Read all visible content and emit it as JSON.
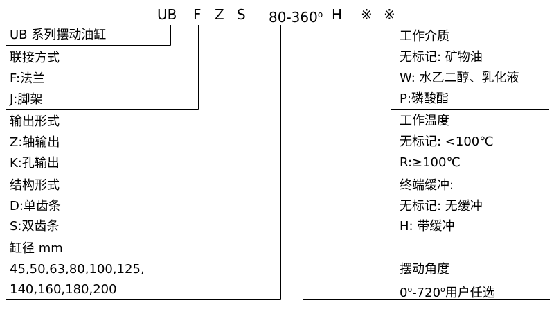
{
  "code": {
    "ub": "UB",
    "f": "F",
    "z": "Z",
    "s": "S",
    "angle": "80-360",
    "angle_sup": "o",
    "h": "H",
    "x1": "※",
    "x2": "※"
  },
  "left": {
    "series": "UB 系列摆动油缸",
    "connection": {
      "title": "联接方式",
      "opt1": "F:法兰",
      "opt2": "J:脚架"
    },
    "output": {
      "title": "输出形式",
      "opt1": "Z:轴输出",
      "opt2": "K:孔输出"
    },
    "structure": {
      "title": "结构形式",
      "opt1": "D:单齿条",
      "opt2": "S:双齿条"
    },
    "bore": {
      "title": "缸径 mm",
      "values1": "45,50,63,80,100,125,",
      "values2": "140,160,180,200"
    }
  },
  "right": {
    "medium": {
      "title": "工作介质",
      "opt1": "无标记: 矿物油",
      "opt2": "W: 水乙二醇、乳化液",
      "opt3": "P:磷酸酯"
    },
    "temp": {
      "title": "工作温度",
      "opt1": "无标记: <100℃",
      "opt2": "R:≥100℃"
    },
    "buffer": {
      "title": "终端缓冲:",
      "opt1": "无标记: 无缓冲",
      "opt2": "H: 带缓冲"
    },
    "angle": {
      "title": "摆动角度",
      "range_a": "0",
      "range_sup_a": "o",
      "range_b": "-720",
      "range_sup_b": "o",
      "range_c": "用户任选"
    }
  }
}
